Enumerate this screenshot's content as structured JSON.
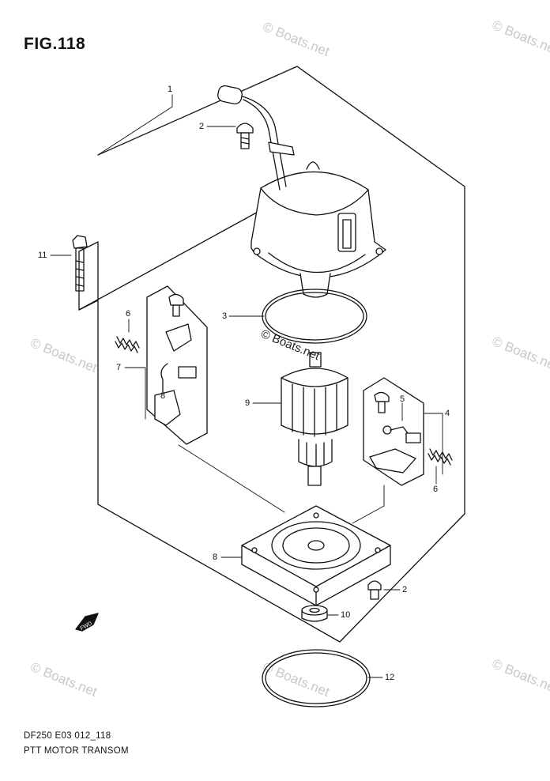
{
  "figure": {
    "title": "FIG.118",
    "model_code": "DF250 E03 012_118",
    "name": "PTT MOTOR TRANSOM"
  },
  "watermark": {
    "text": "© Boats.net",
    "color": "#c8c8c8"
  },
  "callouts": [
    "1",
    "2",
    "2",
    "3",
    "4",
    "5",
    "6",
    "6",
    "7",
    "8",
    "8",
    "9",
    "10",
    "11",
    "12"
  ],
  "direction_marker": {
    "label": "FWD",
    "icon": "arrow-left-down-icon"
  }
}
